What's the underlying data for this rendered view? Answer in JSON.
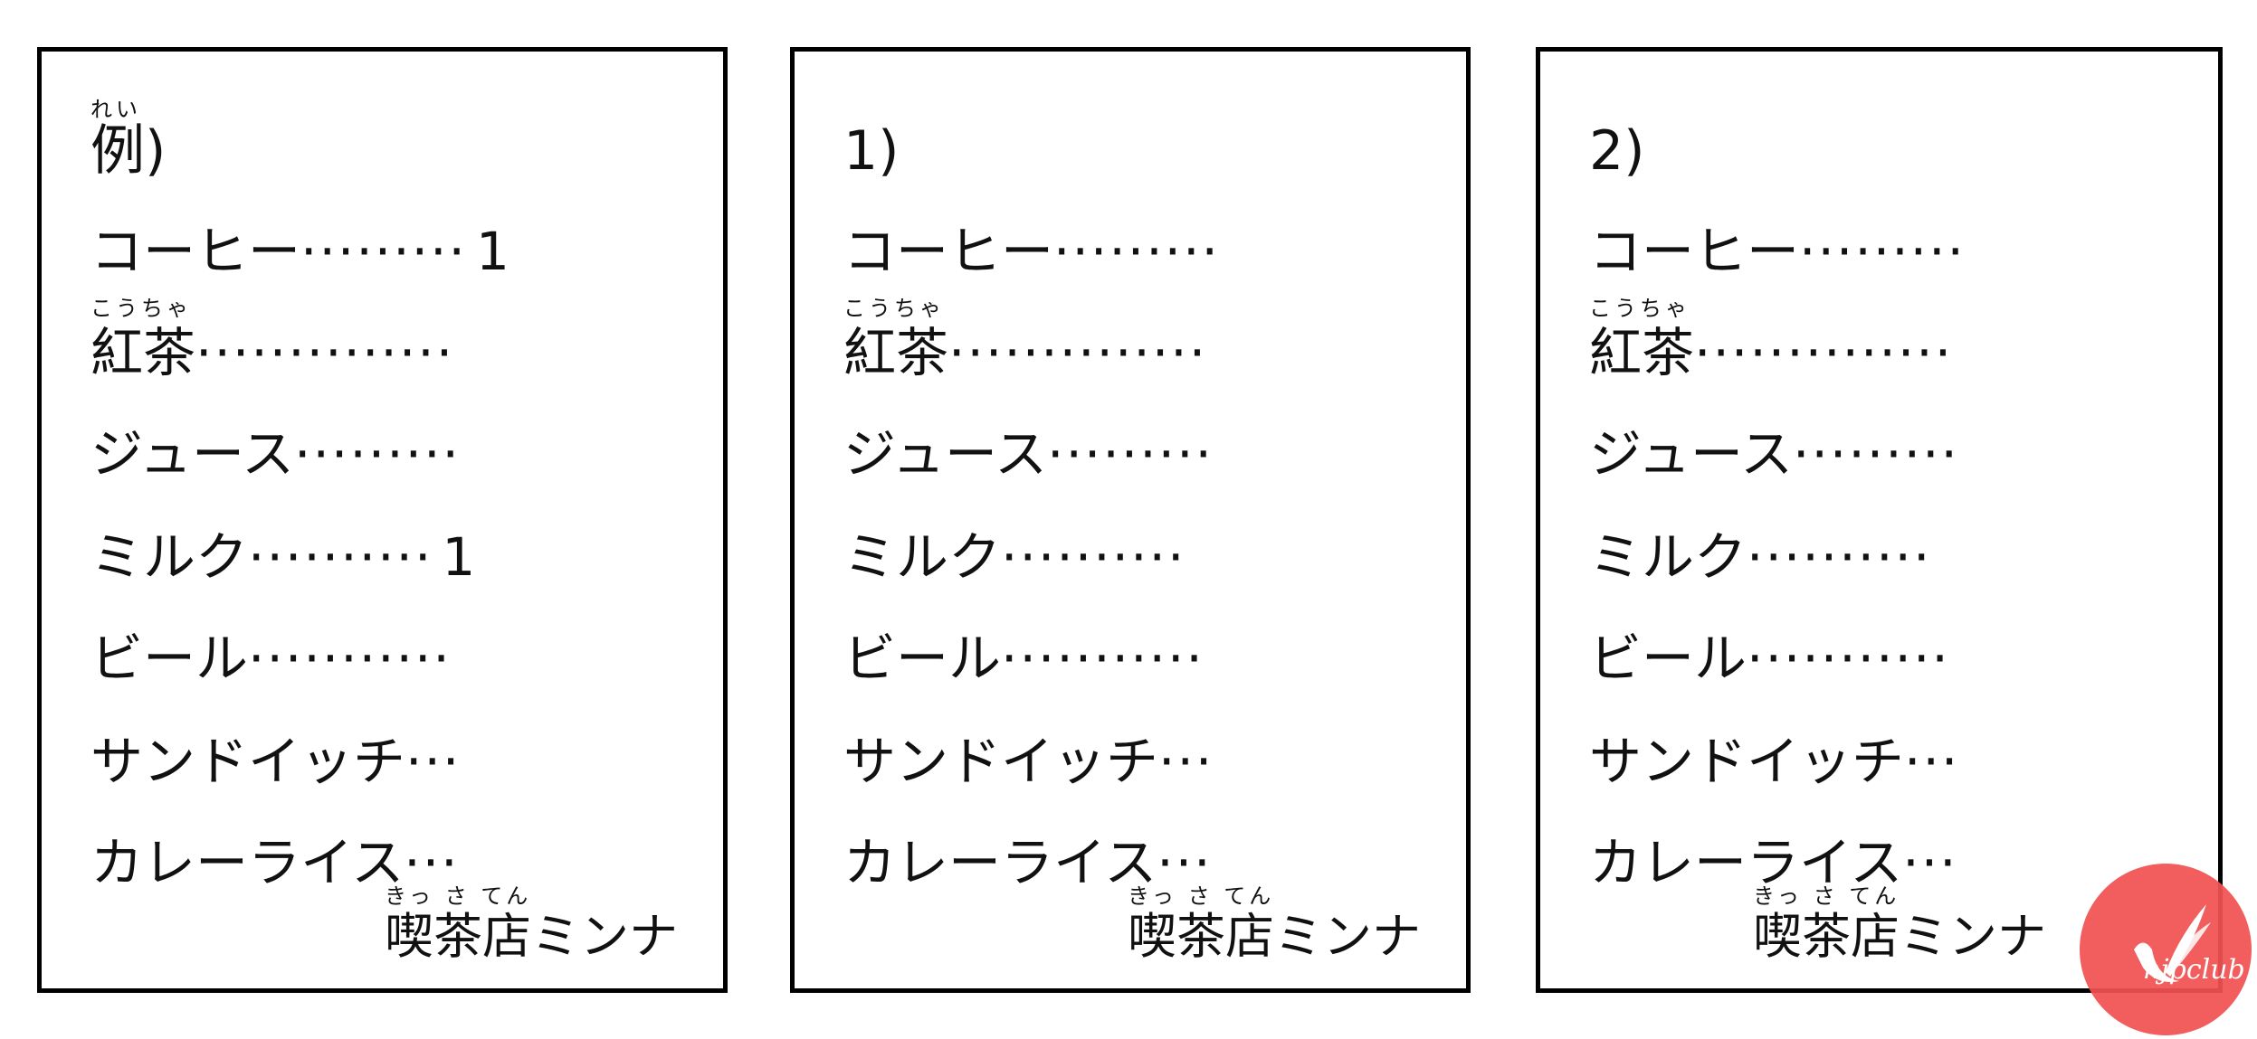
{
  "panels": [
    {
      "title": "例)",
      "title_ruby": "れい",
      "items": [
        {
          "name": "コーヒー",
          "leader": "·········",
          "count": "1"
        },
        {
          "name": "紅茶",
          "ruby": "こうちゃ",
          "leader": "··············",
          "count": ""
        },
        {
          "name": "ジュース",
          "leader": "·········",
          "count": ""
        },
        {
          "name": "ミルク",
          "leader": "··········",
          "count": "1"
        },
        {
          "name": "ビール",
          "leader": "···········",
          "count": ""
        },
        {
          "name": "サンドイッチ",
          "leader": "···",
          "count": ""
        },
        {
          "name": "カレーライス",
          "leader": "···",
          "count": ""
        }
      ],
      "shop": "喫茶店ミンナ",
      "shop_ruby": "きっ さ てん"
    },
    {
      "title": "1)",
      "title_ruby": "",
      "items": [
        {
          "name": "コーヒー",
          "leader": "·········",
          "count": ""
        },
        {
          "name": "紅茶",
          "ruby": "こうちゃ",
          "leader": "··············",
          "count": ""
        },
        {
          "name": "ジュース",
          "leader": "·········",
          "count": ""
        },
        {
          "name": "ミルク",
          "leader": "··········",
          "count": ""
        },
        {
          "name": "ビール",
          "leader": "···········",
          "count": ""
        },
        {
          "name": "サンドイッチ",
          "leader": "···",
          "count": ""
        },
        {
          "name": "カレーライス",
          "leader": "···",
          "count": ""
        }
      ],
      "shop": "喫茶店ミンナ",
      "shop_ruby": "きっ さ てん"
    },
    {
      "title": "2)",
      "title_ruby": "",
      "items": [
        {
          "name": "コーヒー",
          "leader": "·········",
          "count": ""
        },
        {
          "name": "紅茶",
          "ruby": "こうちゃ",
          "leader": "··············",
          "count": ""
        },
        {
          "name": "ジュース",
          "leader": "·········",
          "count": ""
        },
        {
          "name": "ミルク",
          "leader": "··········",
          "count": ""
        },
        {
          "name": "ビール",
          "leader": "···········",
          "count": ""
        },
        {
          "name": "サンドイッチ",
          "leader": "···",
          "count": ""
        },
        {
          "name": "カレーライス",
          "leader": "···",
          "count": ""
        }
      ],
      "shop": "喫茶店ミンナ",
      "shop_ruby": "きっ さ てん"
    }
  ],
  "watermark": {
    "text": "njpclub",
    "color": "#f25252"
  }
}
